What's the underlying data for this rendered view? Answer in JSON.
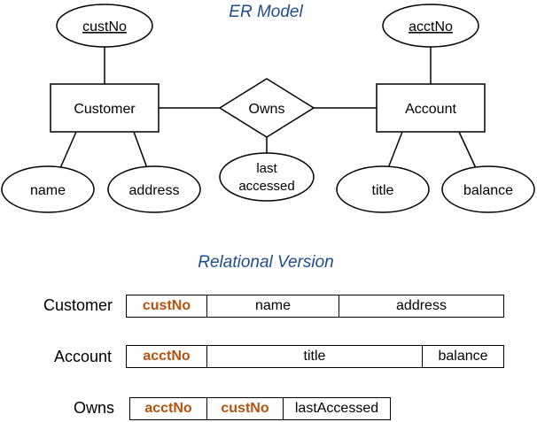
{
  "er_title": "ER Model",
  "relational_title": "Relational Version",
  "er": {
    "entities": {
      "customer": "Customer",
      "account": "Account"
    },
    "relationship": "Owns",
    "attributes": {
      "cust_no": "custNo",
      "acct_no": "acctNo",
      "name": "name",
      "address": "address",
      "last_accessed_line1": "last",
      "last_accessed_line2": "accessed",
      "title": "title",
      "balance": "balance"
    }
  },
  "relations": {
    "customer": {
      "label": "Customer",
      "cols": [
        "custNo",
        "name",
        "address"
      ]
    },
    "account": {
      "label": "Account",
      "cols": [
        "acctNo",
        "title",
        "balance"
      ]
    },
    "owns": {
      "label": "Owns",
      "cols": [
        "acctNo",
        "custNo",
        "lastAccessed"
      ]
    }
  },
  "colors": {
    "title": "#1f4e8c",
    "key": "#b5530e"
  }
}
